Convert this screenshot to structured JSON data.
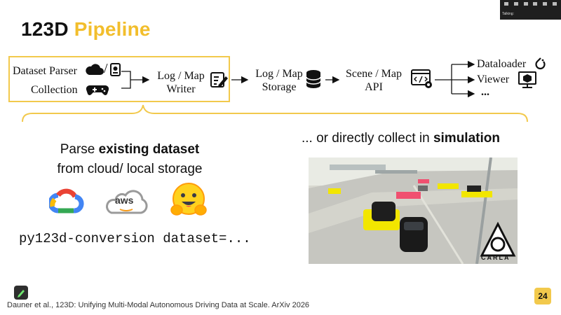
{
  "slide": {
    "title_prefix": "123D",
    "title_accent": "Pipeline",
    "accent_color": "#f2be2c",
    "page_number": "24",
    "footer": "Dauner et al., 123D: Unifying Multi-Modal Autonomous Driving Data at Scale. ArXiv 2026"
  },
  "pipeline": {
    "dataset_parser": "Dataset Parser",
    "collection": "Collection",
    "slash": "/",
    "writer_line1": "Log / Map",
    "writer_line2": "Writer",
    "storage_line1": "Log / Map",
    "storage_line2": "Storage",
    "api_line1": "Scene / Map",
    "api_line2": "API",
    "dataloader": "Dataloader",
    "viewer": "Viewer",
    "more": "...",
    "icons": [
      "cloud-icon",
      "hard-drive-icon",
      "gamepad-icon",
      "edit-document-icon",
      "database-icon",
      "code-window-icon",
      "pytorch-icon",
      "viewer-cube-icon"
    ]
  },
  "left": {
    "parse_prefix": "Parse ",
    "parse_bold": "existing dataset",
    "parse_line2": "from cloud/ local storage",
    "aws_label": "aws",
    "command": "py123d-conversion dataset=...",
    "logos": [
      "google-cloud-logo",
      "aws-logo",
      "hugging-face-logo"
    ]
  },
  "right": {
    "sim_prefix": "... or directly collect in ",
    "sim_bold": "simulation",
    "carla_label": "CARLA"
  },
  "meeting": {
    "status": "Talking:"
  }
}
